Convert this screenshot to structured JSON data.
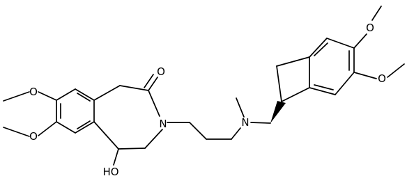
{
  "structure": {
    "atom_labels": {
      "carbonyl_oxygen": "O",
      "ring_nitrogen": "N",
      "amine_nitrogen": "N",
      "hydroxyl": "HO",
      "methoxy_upper_left": "O",
      "methoxy_lower_left": "O",
      "methoxy_upper_right": "O",
      "methoxy_lower_right": "O"
    }
  },
  "colors": {
    "bond": "#000000",
    "background": "#ffffff"
  }
}
